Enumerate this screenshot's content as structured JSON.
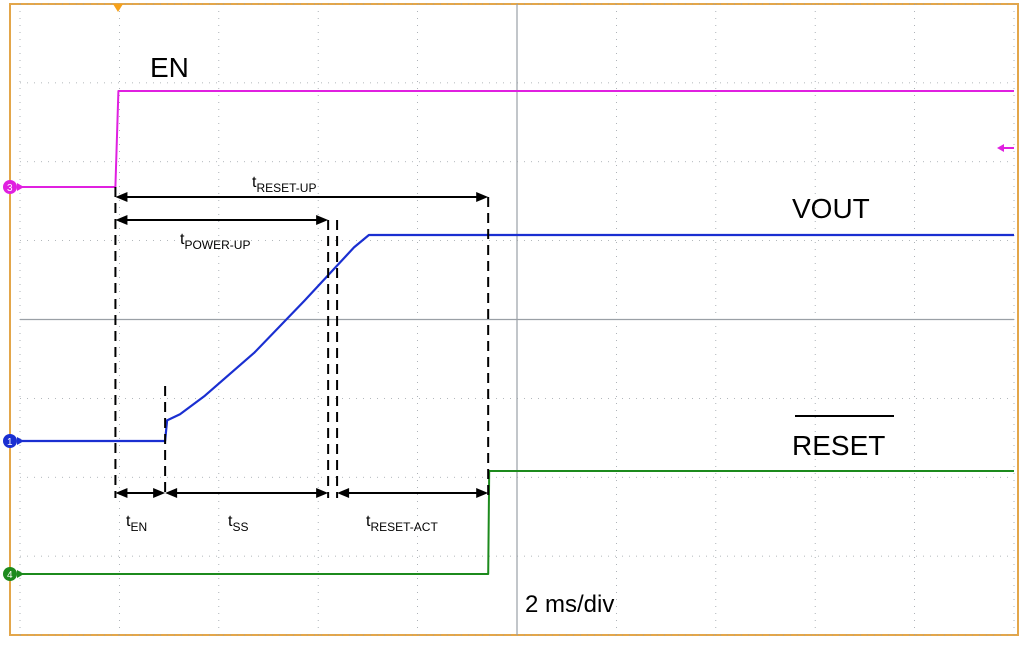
{
  "chart_data": {
    "type": "line",
    "title": "",
    "xlabel": "2 ms/div",
    "ylabel": "",
    "channels": [
      {
        "id": "3",
        "name": "EN",
        "color": "#e020e0",
        "points": [
          [
            0,
            0
          ],
          [
            1.92,
            0
          ],
          [
            1.98,
            1
          ],
          [
            20,
            1
          ]
        ]
      },
      {
        "id": "1",
        "name": "VOUT",
        "color": "#1a2fd1",
        "points": [
          [
            0,
            0
          ],
          [
            2.92,
            0
          ],
          [
            2.94,
            0.05
          ],
          [
            2.96,
            0.1
          ],
          [
            3.22,
            0.13
          ],
          [
            3.72,
            0.22
          ],
          [
            4.72,
            0.43
          ],
          [
            5.72,
            0.68
          ],
          [
            6.72,
            0.94
          ],
          [
            7.02,
            1
          ],
          [
            8.16,
            1
          ],
          [
            20,
            1
          ]
        ]
      },
      {
        "id": "4",
        "name": "RESET",
        "color": "#1c8a1c",
        "points": [
          [
            0,
            0
          ],
          [
            9.42,
            0
          ],
          [
            9.44,
            1
          ],
          [
            20,
            1
          ]
        ]
      }
    ],
    "timing_markers": [
      {
        "label_main": "t",
        "label_sub": "EN"
      },
      {
        "label_main": "t",
        "label_sub": "SS"
      },
      {
        "label_main": "t",
        "label_sub": "RESET-ACT"
      },
      {
        "label_main": "t",
        "label_sub": "POWER-UP"
      },
      {
        "label_main": "t",
        "label_sub": "RESET-UP"
      }
    ],
    "timing_edges_ms": {
      "en_rise": 1.92,
      "vout_start": 2.92,
      "vout_ramp_end": 6.2,
      "vout_settled": 6.38,
      "reset_rise": 9.42
    },
    "grid": true,
    "divisions": {
      "x": 10,
      "y": 8
    }
  },
  "labels": {
    "en": "EN",
    "vout": "VOUT",
    "reset": "RESET",
    "timebase": "2 ms/div",
    "t_en_main": "t",
    "t_en_sub": "EN",
    "t_ss_main": "t",
    "t_ss_sub": "SS",
    "t_reset_act_main": "t",
    "t_reset_act_sub": "RESET-ACT",
    "t_power_up_main": "t",
    "t_power_up_sub": "POWER-UP",
    "t_reset_up_main": "t",
    "t_reset_up_sub": "RESET-UP"
  },
  "markers": {
    "ch3": "3",
    "ch1": "1",
    "ch4": "4"
  },
  "colors": {
    "frame": "#e3a64a",
    "grid": "#9aa0a6",
    "ch3": "#e020e0",
    "ch1": "#1a2fd1",
    "ch4": "#1c8a1c",
    "dimension": "#000000"
  }
}
